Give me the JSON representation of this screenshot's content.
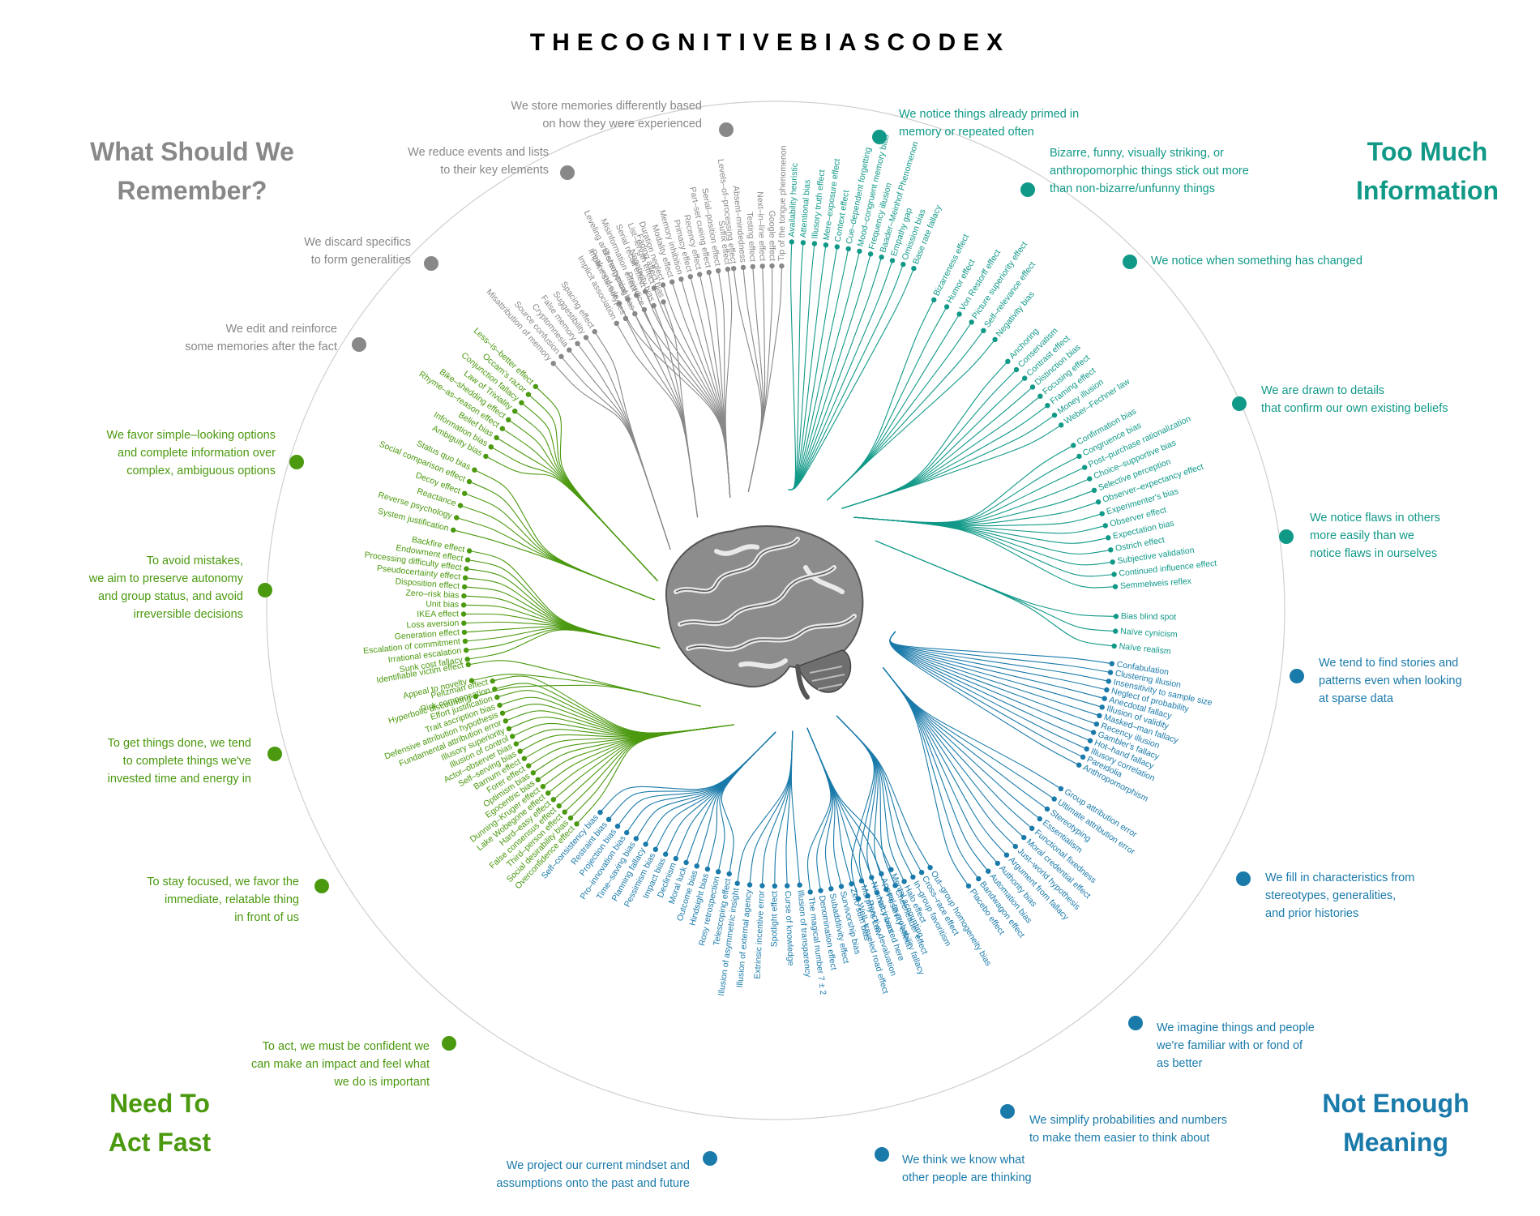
{
  "title": "THECOGNITIVEBIASCODEX",
  "colors": {
    "remember": "#888888",
    "info": "#119988",
    "meaning": "#1a7aaa",
    "act": "#4b990f",
    "ring": "#cfcfcf"
  },
  "quadrants": [
    {
      "id": "remember",
      "lines": [
        "What Should We",
        "Remember?"
      ]
    },
    {
      "id": "info",
      "lines": [
        "Too Much",
        "Information"
      ]
    },
    {
      "id": "meaning",
      "lines": [
        "Not Enough",
        "Meaning"
      ]
    },
    {
      "id": "act",
      "lines": [
        "Need To",
        "Act Fast"
      ]
    }
  ],
  "groups": [
    {
      "id": "info-primed",
      "quadrant": "info",
      "label": [
        "We notice things already primed in",
        "memory or repeated often"
      ],
      "items": [
        "Availability heuristic",
        "Attentional bias",
        "Illusory truth effect",
        "Mere–exposure effect",
        "Context effect",
        "Cue–dependent forgetting",
        "Mood–congruent memory bias",
        "Frequency illusion",
        "Baader–Meinhof Phenomenon",
        "Empathy gap",
        "Omission bias",
        "Base rate fallacy"
      ]
    },
    {
      "id": "info-bizarre",
      "quadrant": "info",
      "label": [
        "Bizarre, funny, visually striking, or",
        "anthropomorphic things stick out more",
        "than non-bizarre/unfunny things"
      ],
      "items": [
        "Bizarreness effect",
        "Humor effect",
        "Von Restorff effect",
        "Picture superiority effect",
        "Self–relevance effect",
        "Negativity bias"
      ]
    },
    {
      "id": "info-change",
      "quadrant": "info",
      "label": [
        "We notice when something has changed"
      ],
      "items": [
        "Anchoring",
        "Conservatism",
        "Contrast effect",
        "Distinction bias",
        "Focusing effect",
        "Framing effect",
        "Money illusion",
        "Weber–Fechner law"
      ]
    },
    {
      "id": "info-confirm",
      "quadrant": "info",
      "label": [
        "We are drawn to details",
        "that confirm our own existing beliefs"
      ],
      "items": [
        "Confirmation bias",
        "Congruence bias",
        "Post–purchase rationalization",
        "Choice–supportive bias",
        "Selective perception",
        "Observer–expectancy effect",
        "Experimenter's bias",
        "Observer effect",
        "Expectation bias",
        "Ostrich effect",
        "Subjective validation",
        "Continued influence effect",
        "Semmelweis reflex"
      ]
    },
    {
      "id": "info-flaws",
      "quadrant": "info",
      "label": [
        "We notice flaws in others",
        "more easily than we",
        "notice flaws in ourselves"
      ],
      "items": [
        "Bias blind spot",
        "Naïve cynicism",
        "Naïve realism"
      ]
    },
    {
      "id": "meaning-stories",
      "quadrant": "meaning",
      "label": [
        "We tend to find stories and",
        "patterns even when looking",
        "at sparse data"
      ],
      "items": [
        "Confabulation",
        "Clustering illusion",
        "Insensitivity to sample size",
        "Neglect of probability",
        "Anecdotal fallacy",
        "Illusion of validity",
        "Masked–man fallacy",
        "Recency illusion",
        "Gambler's fallacy",
        "Hot–hand fallacy",
        "Illusory correlation",
        "Pareidolia",
        "Anthropomorphism"
      ]
    },
    {
      "id": "meaning-stereo",
      "quadrant": "meaning",
      "label": [
        "We fill in characteristics from",
        "stereotypes, generalities,",
        "and prior histories"
      ],
      "items": [
        "Group attribution error",
        "Ultimate attribution error",
        "Stereotyping",
        "Essentialism",
        "Functional fixedness",
        "Moral credential effect",
        "Just–world hypothesis",
        "Argument from fallacy",
        "Authority bias",
        "Automation bias",
        "Bandwagon effect",
        "Placebo effect"
      ]
    },
    {
      "id": "meaning-familiar",
      "quadrant": "meaning",
      "label": [
        "We imagine things and people",
        "we're familiar with or fond of",
        "as better"
      ],
      "items": [
        "Out–group homogeneity bias",
        "Cross–race effect",
        "In–group favoritism",
        "Halo effect",
        "Cheerleader effect",
        "Positivity effect",
        "Not invented here",
        "Reactive devaluation",
        "Well–traveled road effect"
      ]
    },
    {
      "id": "meaning-numbers",
      "quadrant": "meaning",
      "label": [
        "We simplify probabilities and numbers",
        "to make them easier to think about"
      ],
      "items": [
        "Mental accounting",
        "Appeal to probability fallacy",
        "Normalcy bias",
        "Murphy's Law",
        "Zero sum bias",
        "Survivorship bias",
        "Subadditivity effect",
        "Denomination effect",
        "The magical number 7 ± 2"
      ]
    },
    {
      "id": "meaning-thinking",
      "quadrant": "meaning",
      "label": [
        "We think we know what",
        "other people are thinking"
      ],
      "items": [
        "Illusion of transparency",
        "Curse of knowledge",
        "Spotlight effect",
        "Extrinsic incentive error",
        "Illusion of external agency",
        "Illusion of asymmetric insight"
      ]
    },
    {
      "id": "meaning-project",
      "quadrant": "meaning",
      "label": [
        "We project our current mindset and",
        "assumptions onto the past and future"
      ],
      "items": [
        "Telescoping effect",
        "Rosy retrospection",
        "Hindsight bias",
        "Outcome bias",
        "Moral luck",
        "Declinism",
        "Impact bias",
        "Pessimism bias",
        "Planning fallacy",
        "Time–saving bias",
        "Pro–innovation bias",
        "Projection bias",
        "Restraint bias",
        "Self–consistency bias"
      ]
    },
    {
      "id": "act-confident",
      "quadrant": "act",
      "label": [
        "To act, we must be confident we",
        "can make an impact and feel what",
        "we do is important"
      ],
      "items": [
        "Overconfidence effect",
        "Social desirability bias",
        "Third–person effect",
        "False consensus effect",
        "Hard–easy effect",
        "Lake Wobegone effect",
        "Dunning–Kruger effect",
        "Egocentric bias",
        "Optimism bias",
        "Forer effect",
        "Barnum effect",
        "Self–serving bias",
        "Actor–observer bias",
        "Illusion of control",
        "Illusory superiority",
        "Fundamental attribution error",
        "Defensive attribution hypothesis",
        "Trait ascription bias",
        "Effort justification",
        "Risk compensation",
        "Peltzman effect"
      ]
    },
    {
      "id": "act-focused",
      "quadrant": "act",
      "label": [
        "To stay focused, we favor the",
        "immediate, relatable thing",
        "in front of us"
      ],
      "items": [
        "Hyperbolic discounting",
        "Appeal to novelty",
        "Identifiable victim effect"
      ]
    },
    {
      "id": "act-done",
      "quadrant": "act",
      "label": [
        "To get things done, we tend",
        "to complete things we've",
        "invested time and energy in"
      ],
      "items": [
        "Sunk cost fallacy",
        "Irrational escalation",
        "Escalation of commitment",
        "Generation effect",
        "Loss aversion",
        "IKEA effect",
        "Unit bias",
        "Zero–risk bias",
        "Disposition effect",
        "Pseudocertainty effect",
        "Processing difficulty effect",
        "Endowment effect",
        "Backfire effect"
      ]
    },
    {
      "id": "act-autonomy",
      "quadrant": "act",
      "label": [
        "To avoid mistakes,",
        "we aim to preserve autonomy",
        "and group status, and avoid",
        "irreversible decisions"
      ],
      "items": [
        "System justification",
        "Reverse psychology",
        "Reactance",
        "Decoy effect",
        "Social comparison effect",
        "Status quo bias"
      ]
    },
    {
      "id": "act-simple",
      "quadrant": "act",
      "label": [
        "We favor simple–looking options",
        "and complete information over",
        "complex, ambiguous options"
      ],
      "items": [
        "Ambiguity bias",
        "Information bias",
        "Belief bias",
        "Rhyme–as–reason effect",
        "Bike–shedding effect",
        "Law of Triviality",
        "Conjunction fallacy",
        "Occam's razor",
        "Less–is–better effect"
      ]
    },
    {
      "id": "rem-edit",
      "quadrant": "remember",
      "label": [
        "We edit and reinforce",
        "some memories after the fact"
      ],
      "items": [
        "Misattribution of memory",
        "Source confusion",
        "Cryptomnesia",
        "False memory",
        "Suggestibility",
        "Spacing effect"
      ]
    },
    {
      "id": "rem-discard",
      "quadrant": "remember",
      "label": [
        "We discard specifics",
        "to form generalities"
      ],
      "items": [
        "Implicit association",
        "Implicit stereotypes",
        "Stereotypical bias",
        "Prejudice",
        "Negativity bias",
        "Fading affect bias"
      ]
    },
    {
      "id": "rem-reduce",
      "quadrant": "remember",
      "label": [
        "We reduce events and lists",
        "to their key elements"
      ],
      "items": [
        "Peak–end rule",
        "Leveling and sharpening",
        "Misinformation effect",
        "Serial recall effect",
        "List–length effect",
        "Duration neglect",
        "Modality effect",
        "Memory inhibition",
        "Primacy effect",
        "Recency effect",
        "Part–set cueing effect",
        "Serial–position effect",
        "Suffix effect"
      ]
    },
    {
      "id": "rem-store",
      "quadrant": "remember",
      "label": [
        "We store memories differently based",
        "on how they were experienced"
      ],
      "items": [
        "Levels–of–processing effect",
        "Absent–mindedness",
        "Testing effect",
        "Next–in–line effect",
        "Google effect",
        "Tip of the tongue phenomenon"
      ]
    }
  ]
}
